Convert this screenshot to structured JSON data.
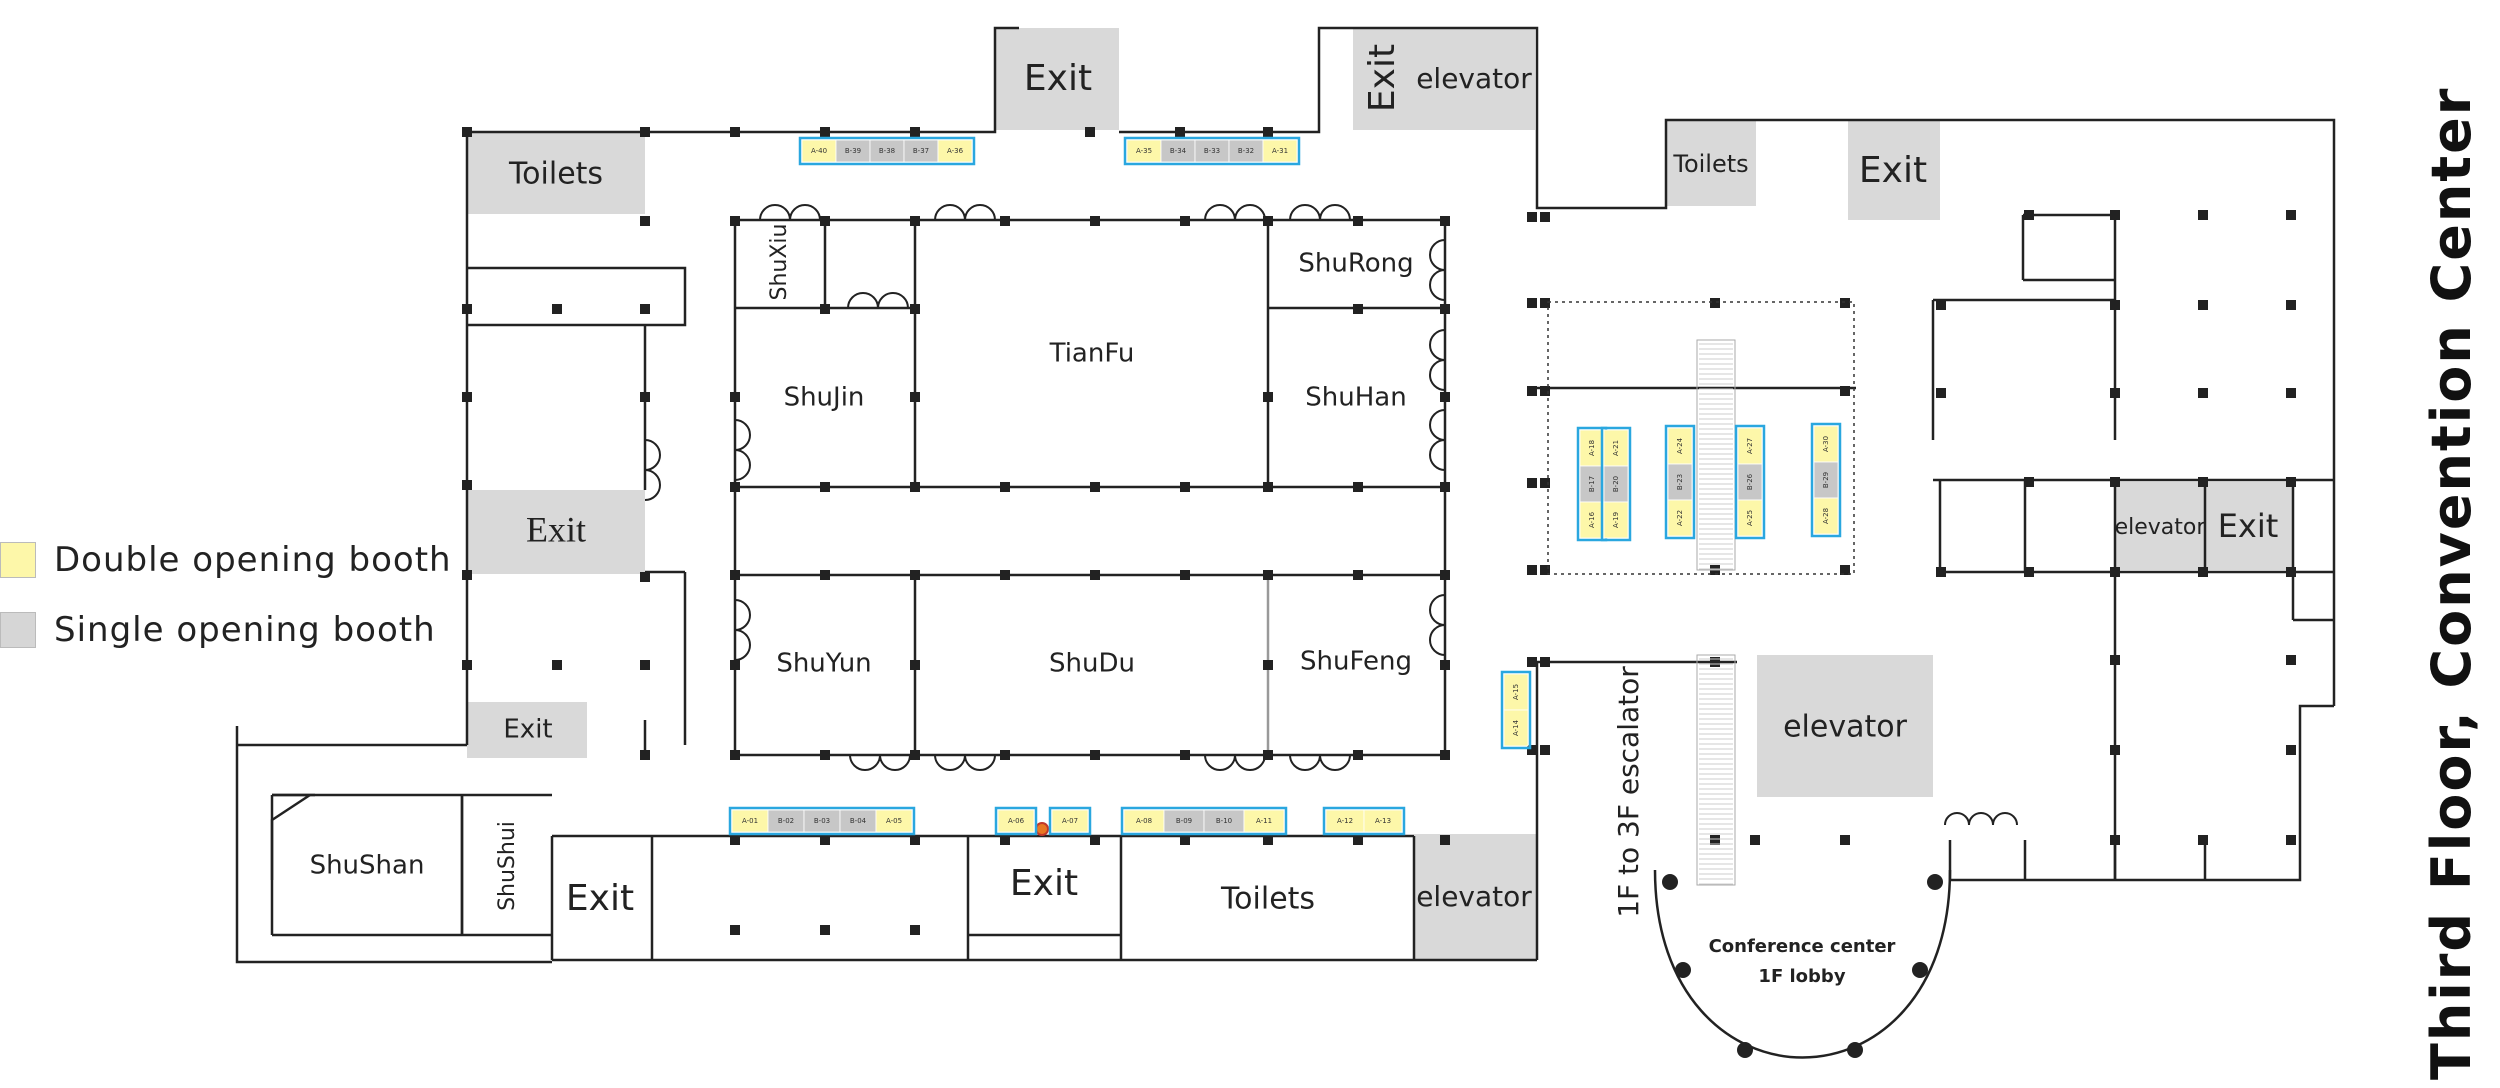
{
  "title": "Third Floor, Convention Center",
  "legend": [
    {
      "label": "Double opening booth",
      "color": "#fdf7a9"
    },
    {
      "label": "Single opening booth",
      "color": "#d6d6d6"
    }
  ],
  "colors": {
    "wall": "#222222",
    "fill_gray": "#d9d9d9",
    "booth_yellow": "#fdf7a9",
    "booth_gray": "#c7c7c7",
    "booth_border": "#2aa7df"
  },
  "rooms": {
    "shuxiu": "ShuXiu",
    "tianfu": "TianFu",
    "shurong": "ShuRong",
    "shujin": "ShuJin",
    "shuhan": "ShuHan",
    "shuyun": "ShuYun",
    "shudu": "ShuDu",
    "shufeng": "ShuFeng",
    "shushan": "ShuShan",
    "shushui": "ShuShui"
  },
  "facilities": {
    "exit": "Exit",
    "toilets": "Toilets",
    "elevator": "elevator"
  },
  "escalator_label": "1F to 3F escalator",
  "lobby": {
    "line1": "Conference center",
    "line2": "1F lobby"
  },
  "booths": [
    {
      "id": "A-40",
      "type": "double"
    },
    {
      "id": "B-39",
      "type": "single"
    },
    {
      "id": "B-38",
      "type": "single"
    },
    {
      "id": "B-37",
      "type": "single"
    },
    {
      "id": "A-36",
      "type": "double"
    },
    {
      "id": "A-35",
      "type": "double"
    },
    {
      "id": "B-34",
      "type": "single"
    },
    {
      "id": "B-33",
      "type": "single"
    },
    {
      "id": "B-32",
      "type": "single"
    },
    {
      "id": "A-31",
      "type": "double"
    },
    {
      "id": "A-01",
      "type": "double"
    },
    {
      "id": "B-02",
      "type": "single"
    },
    {
      "id": "B-03",
      "type": "single"
    },
    {
      "id": "B-04",
      "type": "single"
    },
    {
      "id": "A-05",
      "type": "double"
    },
    {
      "id": "A-06",
      "type": "double"
    },
    {
      "id": "A-07",
      "type": "double"
    },
    {
      "id": "A-08",
      "type": "double"
    },
    {
      "id": "B-09",
      "type": "single"
    },
    {
      "id": "B-10",
      "type": "single"
    },
    {
      "id": "A-11",
      "type": "double"
    },
    {
      "id": "A-12",
      "type": "double"
    },
    {
      "id": "A-13",
      "type": "double"
    },
    {
      "id": "A-14",
      "type": "double"
    },
    {
      "id": "A-15",
      "type": "double"
    },
    {
      "id": "A-16",
      "type": "double"
    },
    {
      "id": "B-17",
      "type": "single"
    },
    {
      "id": "A-18",
      "type": "double"
    },
    {
      "id": "A-19",
      "type": "double"
    },
    {
      "id": "B-20",
      "type": "single"
    },
    {
      "id": "A-21",
      "type": "double"
    },
    {
      "id": "A-22",
      "type": "double"
    },
    {
      "id": "B-23",
      "type": "single"
    },
    {
      "id": "A-24",
      "type": "double"
    },
    {
      "id": "A-25",
      "type": "double"
    },
    {
      "id": "B-26",
      "type": "single"
    },
    {
      "id": "A-27",
      "type": "double"
    },
    {
      "id": "A-28",
      "type": "double"
    },
    {
      "id": "B-29",
      "type": "single"
    },
    {
      "id": "A-30",
      "type": "double"
    }
  ]
}
